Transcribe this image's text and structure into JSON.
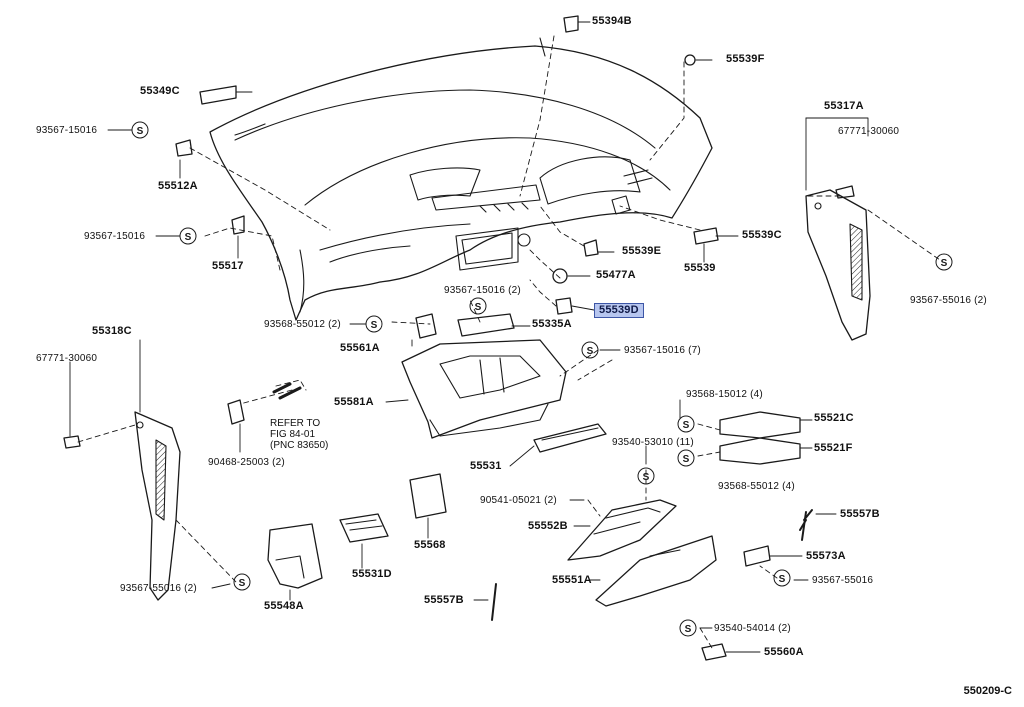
{
  "diagram_code": "550209-C",
  "parts": {
    "p55394B": "55394B",
    "p55539F": "55539F",
    "p55349C": "55349C",
    "p93567_15016_a": "93567-15016",
    "p55512A": "55512A",
    "p93567_15016_b": "93567-15016",
    "p55517": "55517",
    "p55317A": "55317A",
    "p67771_30060_a": "67771-30060",
    "p93567_55016_a": "93567-55016 (2)",
    "p55539E": "55539E",
    "p55539C": "55539C",
    "p55539": "55539",
    "p55477A": "55477A",
    "p93567_15016_c": "93567-15016 (2)",
    "p55539D": "55539D",
    "p93568_55012_a": "93568-55012 (2)",
    "p55335A": "55335A",
    "p55561A": "55561A",
    "p93567_15016_d": "93567-15016 (7)",
    "p55318C": "55318C",
    "p67771_30060_b": "67771-30060",
    "p55581A": "55581A",
    "p93568_15012": "93568-15012 (4)",
    "p55521C": "55521C",
    "p55521F": "55521F",
    "p90468_25003": "90468-25003 (2)",
    "p55531": "55531",
    "p93540_53010": "93540-53010 (11)",
    "p93568_55012_b": "93568-55012 (4)",
    "p90541_05021": "90541-05021 (2)",
    "p55552B": "55552B",
    "p55557B_a": "55557B",
    "p55568": "55568",
    "p55531D": "55531D",
    "p55548A": "55548A",
    "p93567_55016_b": "93567-55016 (2)",
    "p55573A": "55573A",
    "p55551A": "55551A",
    "p93567_55016_c": "93567-55016",
    "p55557B_b": "55557B",
    "p93540_54014": "93540-54014 (2)",
    "p55560A": "55560A"
  },
  "reference_note": "REFER TO\nFIG 84-01\n(PNC 83650)",
  "screw_symbol": "S"
}
